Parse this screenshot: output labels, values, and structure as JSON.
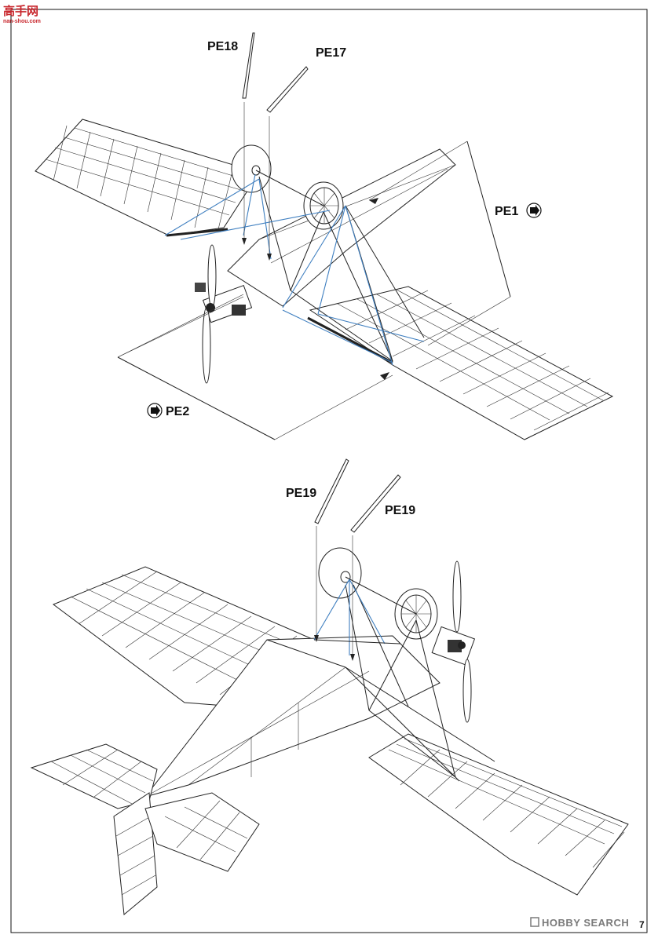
{
  "watermark_top": {
    "brand_cn": "高手网",
    "url": "nan-shou.com"
  },
  "watermark_bottom": {
    "brand": "HOBBY SEARCH"
  },
  "page_number": "7",
  "callouts": {
    "pe18": "PE18",
    "pe17": "PE17",
    "pe1": "PE1",
    "pe2": "PE2",
    "pe19_left": "PE19",
    "pe19_right": "PE19"
  },
  "icons": {
    "pe1_marker": "arrow-circle-icon",
    "pe2_marker": "arrow-circle-icon"
  },
  "colors": {
    "rigging": "#3f7fc0",
    "ink": "#222222",
    "watermark": "#c8262c"
  }
}
